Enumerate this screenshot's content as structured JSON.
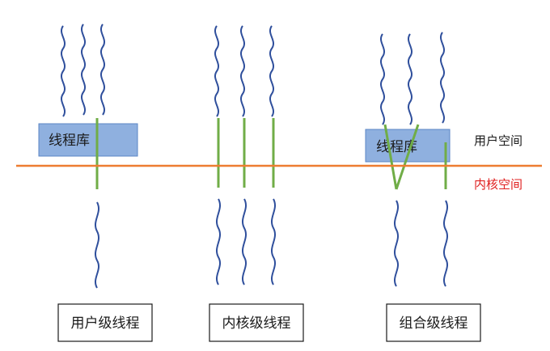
{
  "colors": {
    "thread": "#2f4f9c",
    "kernel_link": "#70ad47",
    "divider": "#ed7d31",
    "library_fill": "#8fb0df",
    "kernel_label": "#e02020",
    "user_label": "#1a1a1a"
  },
  "labels": {
    "user_space": "用户空间",
    "kernel_space": "内核空间",
    "library_left": "线程库",
    "library_right": "线程库"
  },
  "captions": {
    "user_level": "用户级线程",
    "kernel_level": "内核级线程",
    "combined_level": "组合级线程"
  },
  "icons": {
    "thread": "wavy-thread-icon"
  }
}
